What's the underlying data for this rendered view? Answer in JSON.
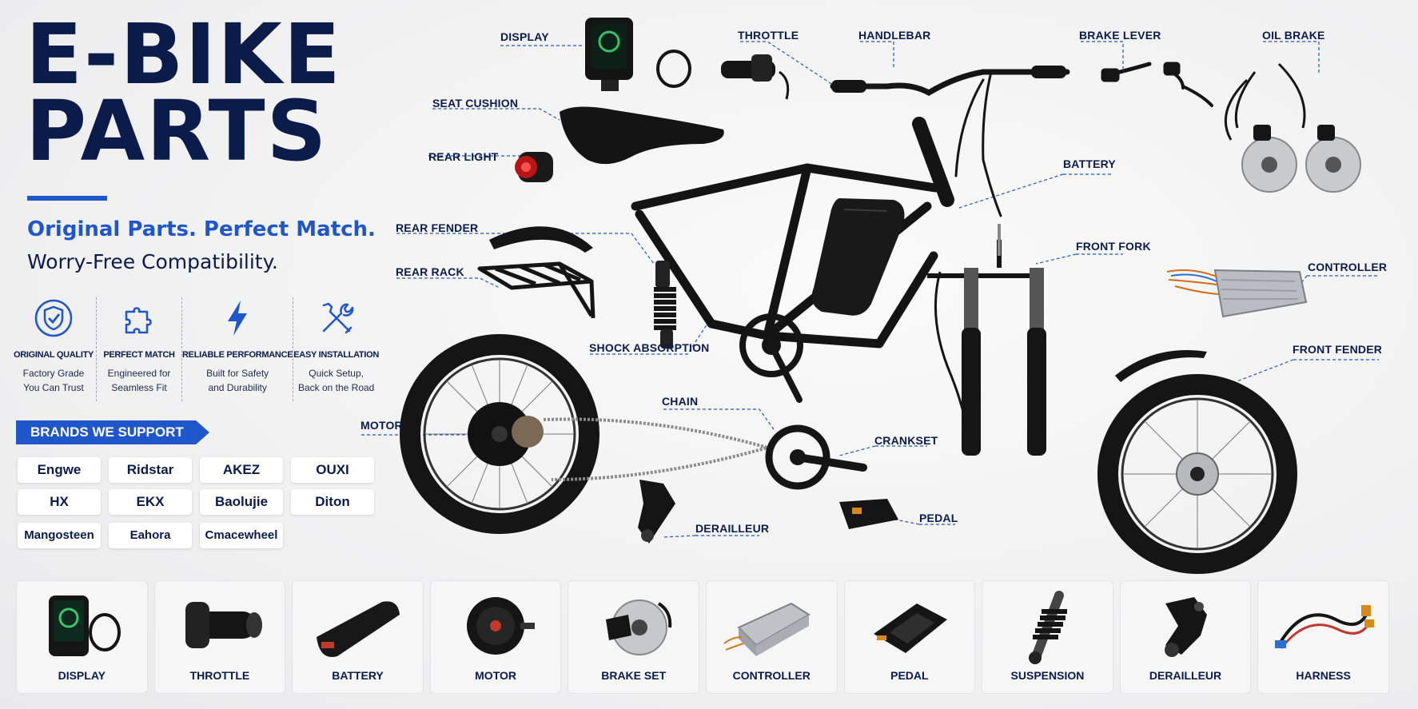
{
  "hero": {
    "title_line1": "E-BIKE",
    "title_line2": "PARTS",
    "tagline1": "Original Parts. Perfect Match.",
    "tagline2": "Worry-Free Compatibility."
  },
  "features": [
    {
      "icon": "shield-check-icon",
      "title": "ORIGINAL QUALITY",
      "desc": "Factory Grade\nYou Can Trust"
    },
    {
      "icon": "puzzle-icon",
      "title": "PERFECT MATCH",
      "desc": "Engineered for\nSeamless Fit"
    },
    {
      "icon": "lightning-icon",
      "title": "RELIABLE PERFORMANCE",
      "desc": "Built for Safety\nand Durability"
    },
    {
      "icon": "tools-icon",
      "title": "EASY INSTALLATION",
      "desc": "Quick Setup,\nBack on the Road"
    }
  ],
  "brands": {
    "heading": "BRANDS WE SUPPORT",
    "items": [
      "Engwe",
      "Ridstar",
      "AKEZ",
      "OUXI",
      "HX",
      "EKX",
      "Baolujie",
      "Diton",
      "Mangosteen",
      "Eahora",
      "Cmacewheel"
    ]
  },
  "callouts": {
    "display": "DISPLAY",
    "throttle": "THROTTLE",
    "handlebar": "HANDLEBAR",
    "brake_lever": "BRAKE LEVER",
    "oil_brake": "OIL BRAKE",
    "seat_cushion": "SEAT CUSHION",
    "rear_light": "REAR LIGHT",
    "battery": "BATTERY",
    "rear_fender": "REAR FENDER",
    "front_fork": "FRONT FORK",
    "rear_rack": "REAR RACK",
    "controller": "CONTROLLER",
    "shock_absorption": "SHOCK ABSORPTION",
    "front_fender": "FRONT FENDER",
    "chain": "CHAIN",
    "motor": "MOTOR",
    "crankset": "CRANKSET",
    "pedal": "PEDAL",
    "derailleur": "DERAILLEUR"
  },
  "products": [
    {
      "label": "DISPLAY",
      "icon": "display-icon"
    },
    {
      "label": "THROTTLE",
      "icon": "throttle-icon"
    },
    {
      "label": "BATTERY",
      "icon": "battery-icon"
    },
    {
      "label": "MOTOR",
      "icon": "motor-icon"
    },
    {
      "label": "BRAKE SET",
      "icon": "brake-set-icon"
    },
    {
      "label": "CONTROLLER",
      "icon": "controller-icon"
    },
    {
      "label": "PEDAL",
      "icon": "pedal-icon"
    },
    {
      "label": "SUSPENSION",
      "icon": "suspension-icon"
    },
    {
      "label": "DERAILLEUR",
      "icon": "derailleur-icon"
    },
    {
      "label": "HARNESS",
      "icon": "harness-icon"
    }
  ],
  "colors": {
    "navy": "#0b1b4a",
    "accent_blue": "#1f56c9",
    "part_black": "#151515"
  }
}
